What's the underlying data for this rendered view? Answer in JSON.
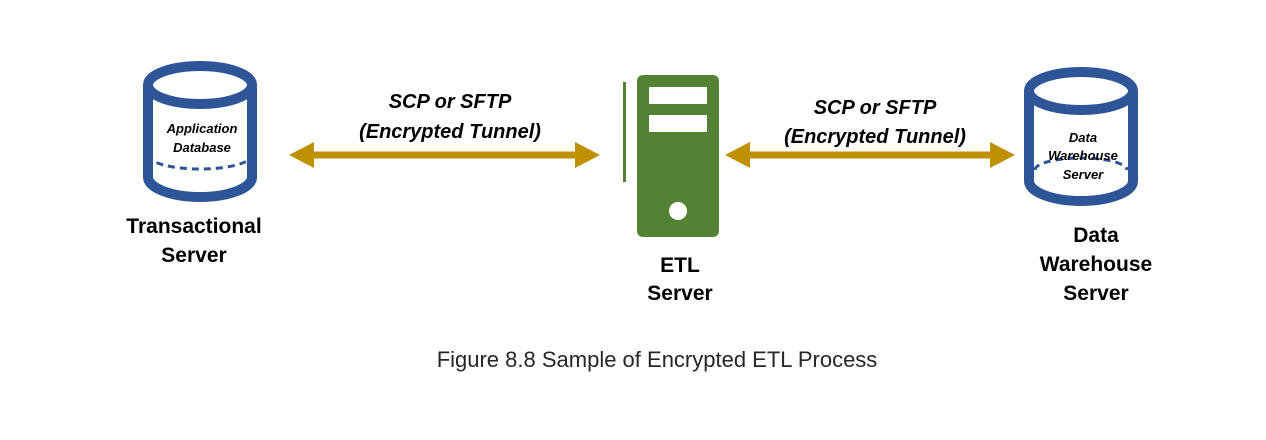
{
  "colors": {
    "database": "#2e5597",
    "server": "#548235",
    "server_detail": "#ffffff",
    "arrow": "#bf9000",
    "text": "#000000",
    "caption": "#262626"
  },
  "icons": {
    "database": "database-cylinder-icon",
    "server": "server-tower-icon"
  },
  "nodes": {
    "transactional": {
      "db_label_line1": "Application",
      "db_label_line2": "Database",
      "label_line1": "Transactional",
      "label_line2": "Server"
    },
    "etl": {
      "label_line1": "ETL",
      "label_line2": "Server"
    },
    "warehouse": {
      "db_label_line1": "Data",
      "db_label_line2": "Warehouse",
      "db_label_line3": "Server",
      "label_line1": "Data",
      "label_line2": "Warehouse",
      "label_line3": "Server"
    }
  },
  "links": [
    {
      "label_line1": "SCP or SFTP",
      "label_line2": "(Encrypted Tunnel)"
    },
    {
      "label_line1": "SCP or SFTP",
      "label_line2": "(Encrypted Tunnel)"
    }
  ],
  "caption": "Figure 8.8 Sample of Encrypted ETL Process"
}
